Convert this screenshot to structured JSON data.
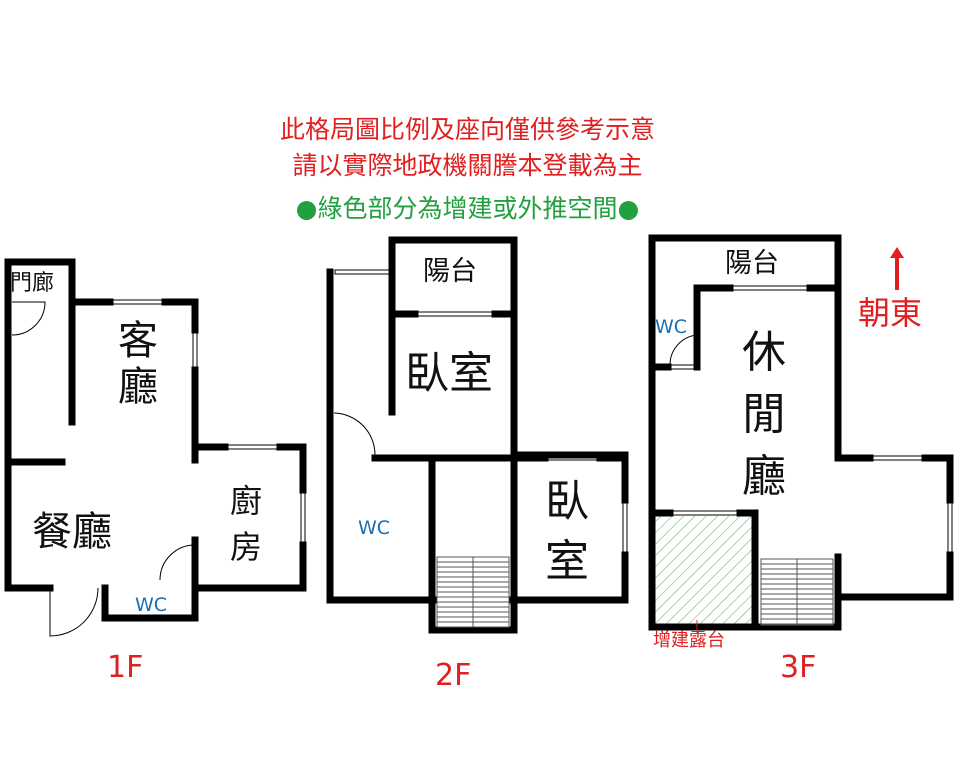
{
  "notice": {
    "line1": "此格局圖比例及座向僅供參考示意",
    "line2": "請以實際地政機關謄本登載為主",
    "line3": "●綠色部分為增建或外推空間●"
  },
  "orientation": {
    "label": "朝東",
    "icon": "arrow-up-icon"
  },
  "colors": {
    "wall": "#000000",
    "notice_red": "#e02020",
    "notice_green": "#22a040",
    "wc_blue": "#1a6fb5",
    "addition_green": "#5aa85a"
  },
  "floor1": {
    "label": "1F",
    "porch": "門廊",
    "living": "客廳",
    "dining": "餐廳",
    "kitchen": "廚房",
    "wc": "WC"
  },
  "floor2": {
    "label": "2F",
    "balcony": "陽台",
    "bedroom1": "臥室",
    "bedroom2": "臥室",
    "wc": "WC"
  },
  "floor3": {
    "label": "3F",
    "balcony": "陽台",
    "lounge": "休閒廳",
    "wc": "WC",
    "addition": "增建露台"
  }
}
